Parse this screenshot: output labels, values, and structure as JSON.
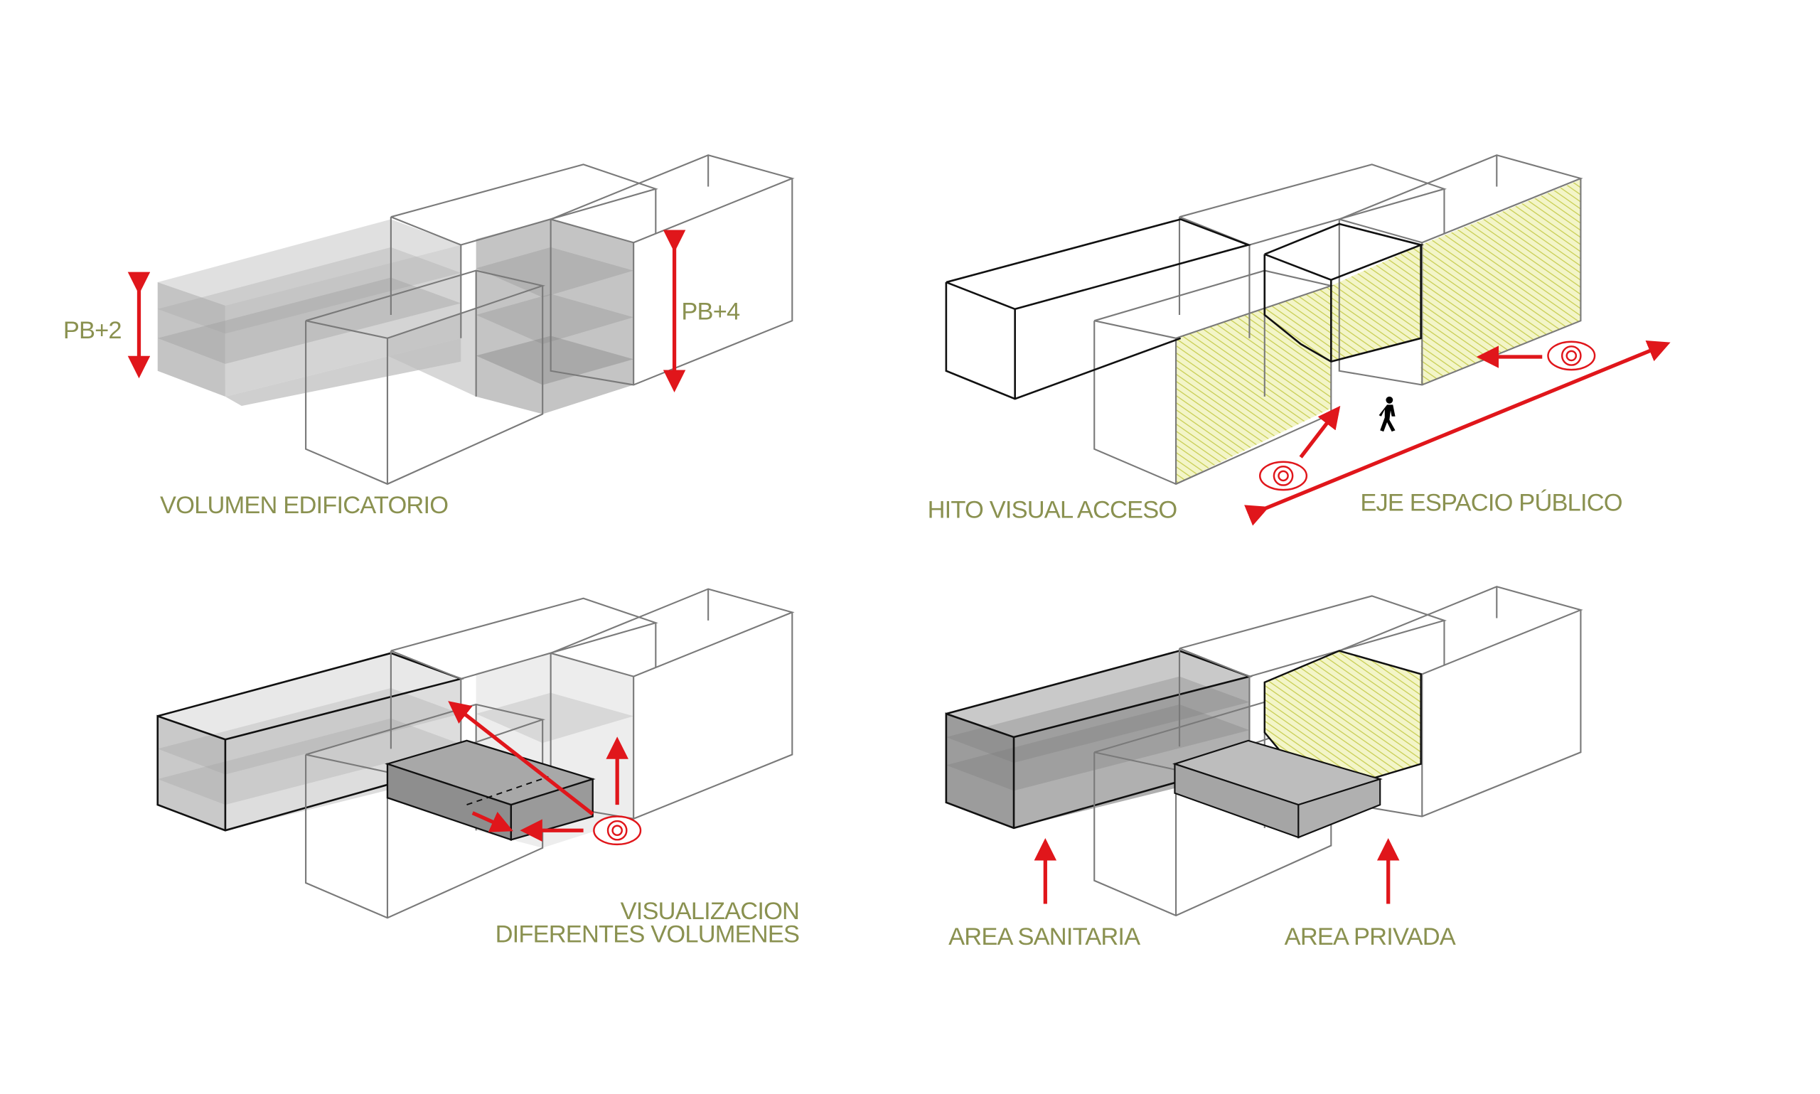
{
  "title": "Diagramas de volumen",
  "colors": {
    "label": "#8a9150",
    "arrow": "#e0161b",
    "hatch": "#e6ea9a",
    "mass": "#9a9a9a"
  },
  "panels": [
    {
      "id": "volumen",
      "label": "VOLUMEN EDIFICATORIO",
      "annotations": [
        "PB+2",
        "PB+4"
      ]
    },
    {
      "id": "hito",
      "labels": [
        "HITO VISUAL ACCESO",
        "EJE ESPACIO PÚBLICO"
      ],
      "icons": [
        "eye-icon",
        "eye-icon",
        "pedestrian-icon"
      ]
    },
    {
      "id": "visualizacion",
      "label_lines": [
        "VISUALIZACION",
        "DIFERENTES VOLUMENES"
      ],
      "icons": [
        "eye-icon"
      ]
    },
    {
      "id": "areas",
      "labels": [
        "AREA SANITARIA",
        "AREA PRIVADA"
      ]
    }
  ]
}
